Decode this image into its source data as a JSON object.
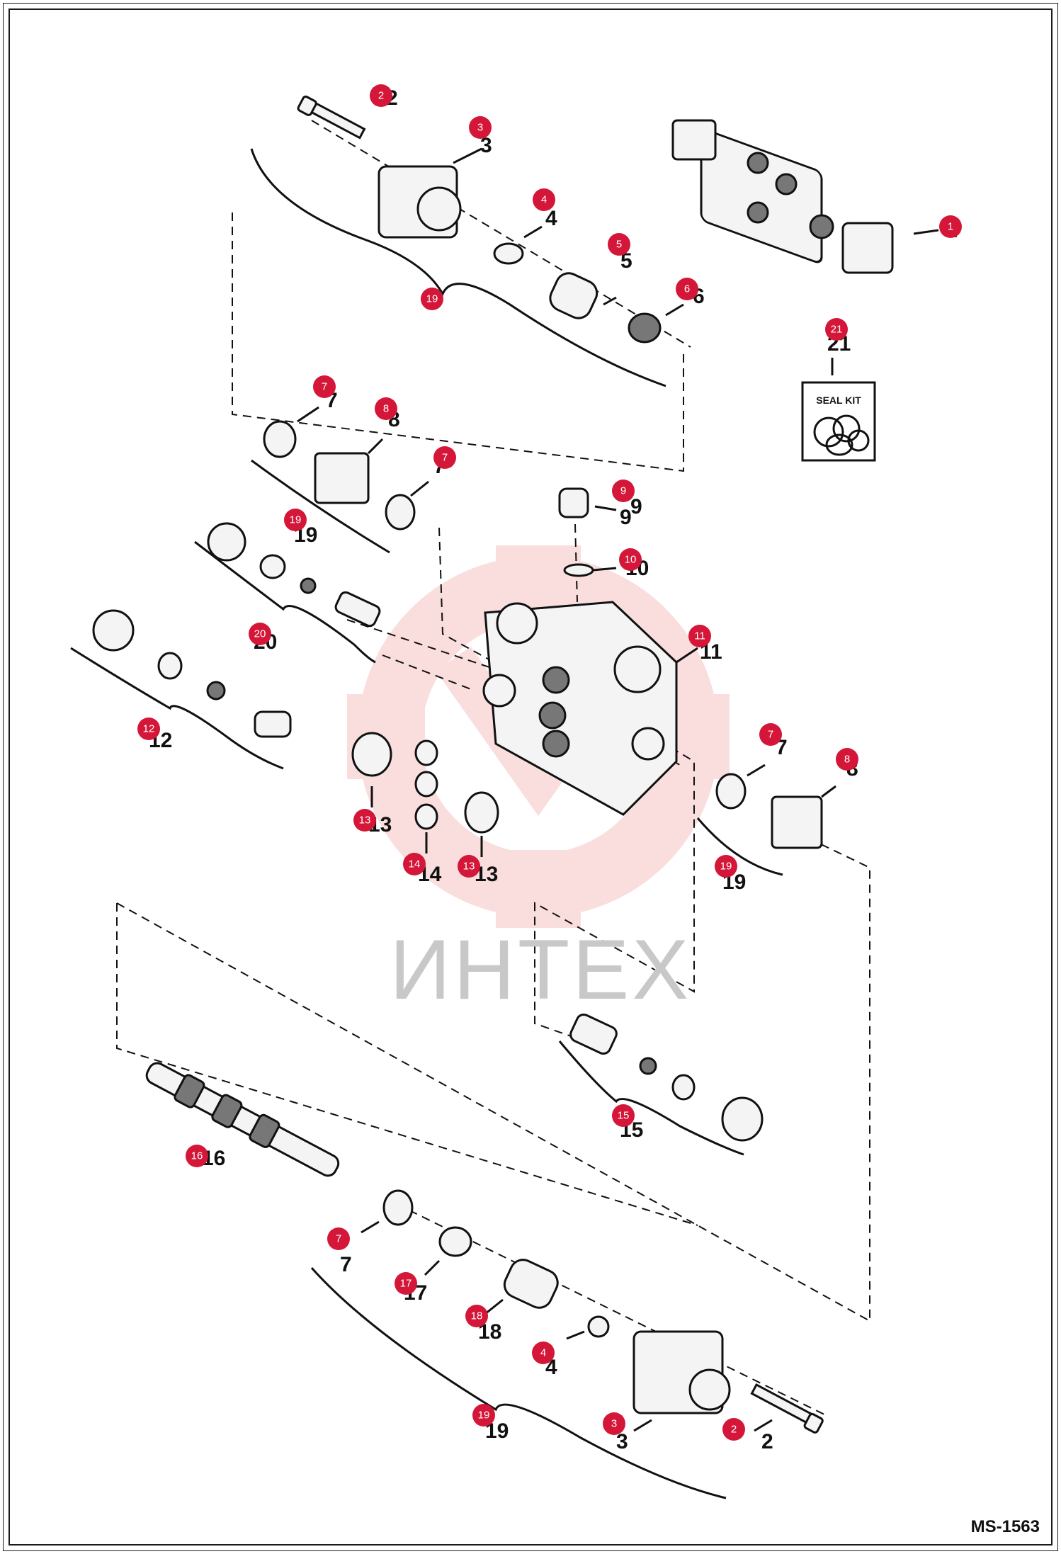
{
  "drawing_id": "MS-1563",
  "watermark_text": "ИНТЕХ",
  "seal_kit_label": "SEAL KIT",
  "colors": {
    "callout": "#d41638",
    "watermark": "#f2b7b7",
    "line": "#111111"
  },
  "callouts": [
    "1",
    "2",
    "3",
    "4",
    "5",
    "6",
    "7",
    "8",
    "7",
    "19",
    "9",
    "10",
    "19",
    "20",
    "11",
    "12",
    "7",
    "8",
    "13",
    "14",
    "13",
    "19",
    "15",
    "16",
    "7",
    "17",
    "18",
    "4",
    "19",
    "3",
    "2",
    "21"
  ],
  "ref_numbers": [
    "2",
    "3",
    "4",
    "5",
    "6",
    "9",
    "7",
    "8",
    "7",
    "19",
    "9",
    "10",
    "20",
    "11",
    "12",
    "7",
    "8",
    "13",
    "14",
    "13",
    "19",
    "15",
    "16",
    "7",
    "17",
    "18",
    "4",
    "19",
    "3",
    "2",
    "21",
    "1"
  ]
}
